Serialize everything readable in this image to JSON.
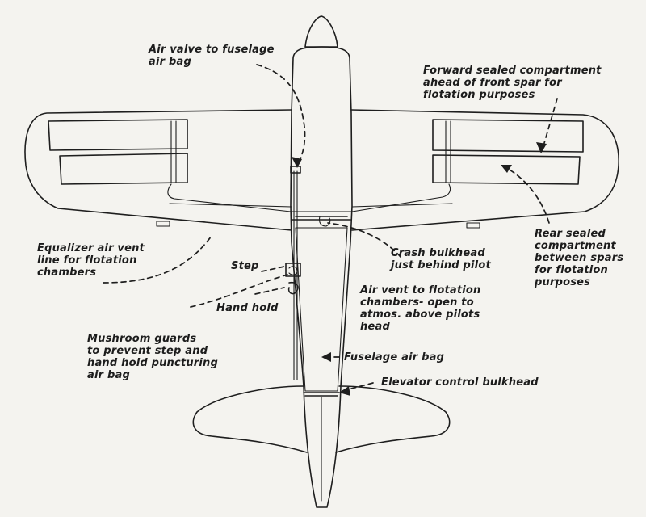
{
  "labels": {
    "air_valve": "Air valve to fuselage\nair bag",
    "forward_compartment": "Forward sealed compartment\nahead of front spar for\nflotation purposes",
    "rear_compartment": "Rear sealed\ncompartment\nbetween spars\nfor flotation\npurposes",
    "equalizer_vent": "Equalizer air vent\nline for flotation\nchambers",
    "crash_bulkhead": "Crash bulkhead\njust behind pilot",
    "step": "Step",
    "air_vent": "Air vent to flotation\nchambers- open to\natmos. above pilots\nhead",
    "hand_hold": "Hand hold",
    "mushroom_guards": "Mushroom guards\nto prevent step and\nhand hold puncturing\nair bag",
    "fuselage_air_bag": "Fuselage air bag",
    "elevator_bulkhead": "Elevator control bulkhead"
  }
}
